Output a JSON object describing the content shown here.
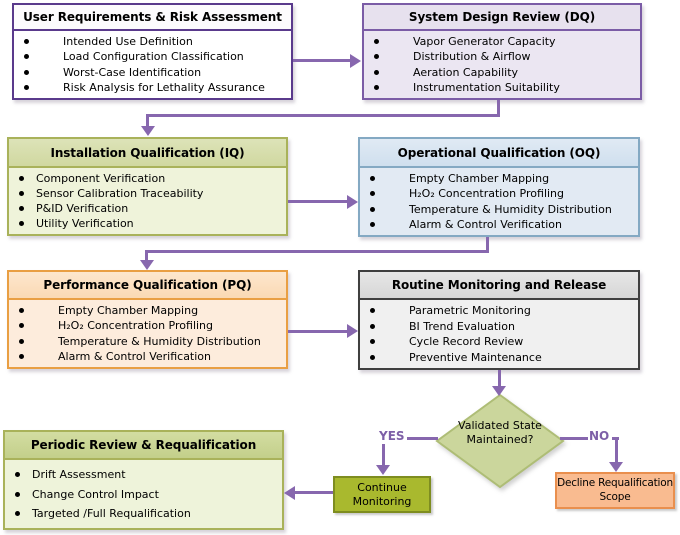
{
  "colors": {
    "connector": "#8767ae",
    "purple_border_dark": "#5a3a8c",
    "purple_border": "#7b5ca6",
    "olive_border": "#a9b25a",
    "blue_border": "#84a9c3",
    "orange_border": "#e99f43",
    "gray_border": "#3f3f3f",
    "diamond_fill": "#cbd69c",
    "continue_fill": "#a9b92e",
    "decline_fill": "#f9bb90"
  },
  "boxes": {
    "user_requirements": {
      "title": "User Requirements & Risk Assessment",
      "items": [
        "Intended Use Definition",
        "Load Configuration Classification",
        "Worst-Case Identification",
        "Risk Analysis for Lethality Assurance"
      ]
    },
    "design_review": {
      "title": "System Design Review (DQ)",
      "items": [
        "Vapor Generator Capacity",
        "Distribution & Airflow",
        "Aeration Capability",
        "Instrumentation Suitability"
      ]
    },
    "installation_qualification": {
      "title": "Installation Qualification (IQ)",
      "items": [
        "Component Verification",
        "Sensor Calibration Traceability",
        "P&ID Verification",
        "Utility Verification"
      ]
    },
    "operational_qualification": {
      "title": "Operational Qualification (OQ)",
      "items": [
        "Empty Chamber Mapping",
        "H₂O₂ Concentration Profiling",
        "Temperature & Humidity Distribution",
        "Alarm & Control Verification"
      ]
    },
    "performance_qualification": {
      "title": "Performance Qualification (PQ)",
      "items": [
        "Empty Chamber Mapping",
        "H₂O₂ Concentration Profiling",
        "Temperature & Humidity Distribution",
        "Alarm & Control Verification"
      ]
    },
    "routine_monitoring": {
      "title": "Routine Monitoring and Release",
      "items": [
        "Parametric Monitoring",
        "BI Trend Evaluation",
        "Cycle Record Review",
        "Preventive Maintenance"
      ]
    },
    "periodic_review": {
      "title": "Periodic Review & Requalification",
      "items": [
        "Drift Assessment",
        "Change Control Impact",
        "Targeted /Full Requalification"
      ]
    }
  },
  "decision": {
    "question": "Validated State Maintained?",
    "yes_label": "YES",
    "no_label": "NO"
  },
  "terminals": {
    "continue_monitoring": "Continue Monitoring",
    "decline": "Decline Requalification Scope"
  }
}
